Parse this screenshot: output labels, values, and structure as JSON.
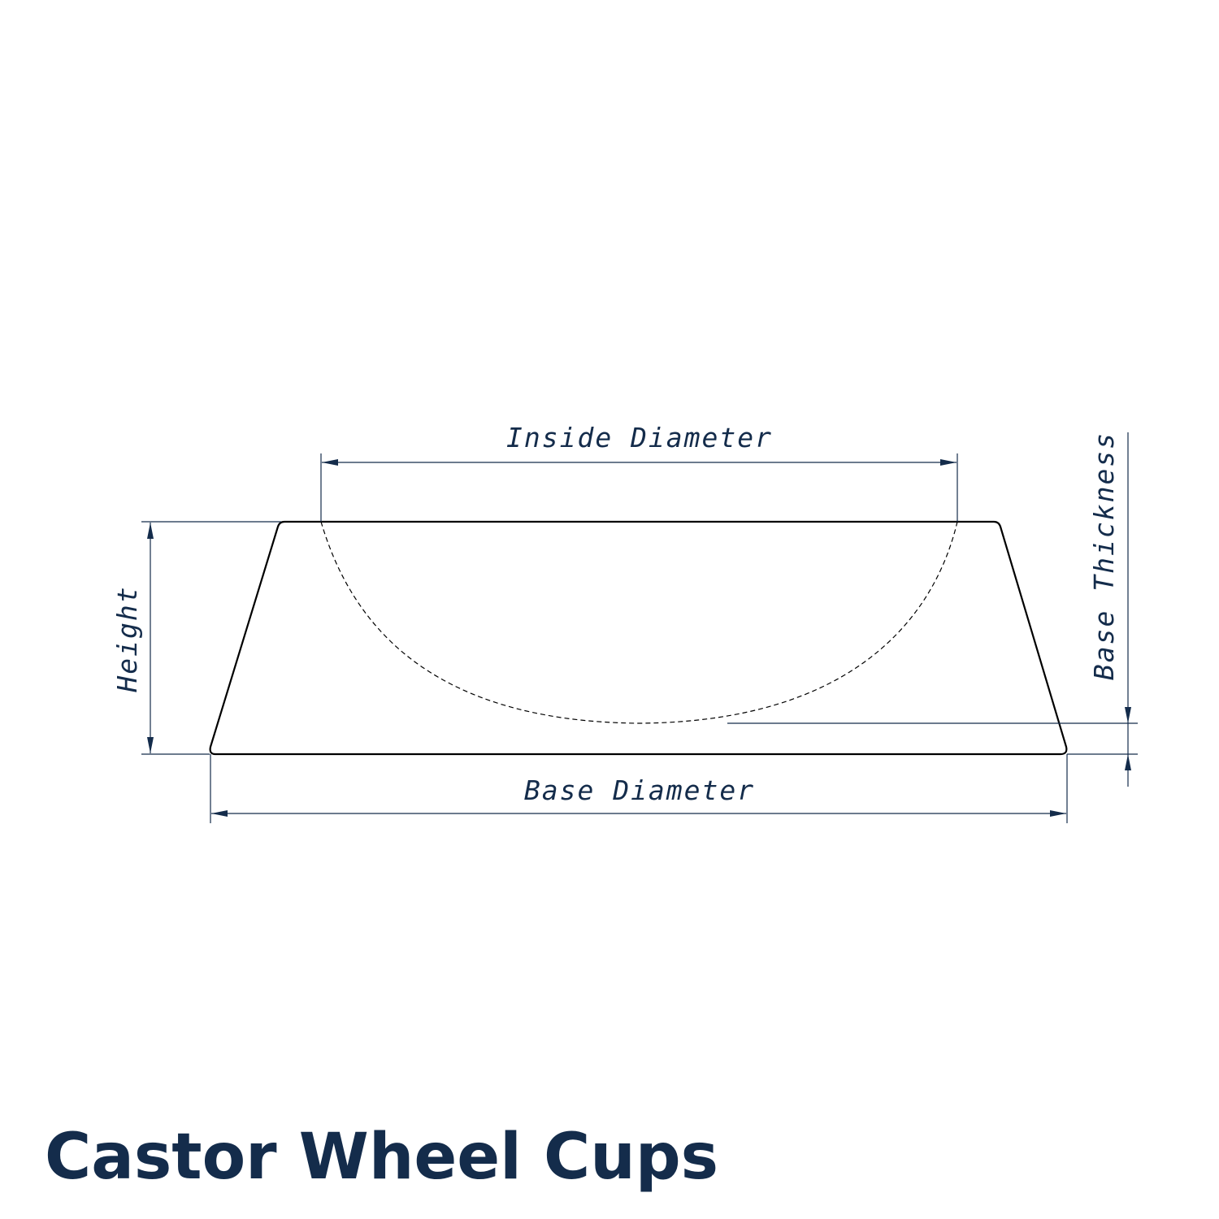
{
  "title": "Castor Wheel Cups",
  "colors": {
    "title": "#142c4b",
    "label": "#142c4b",
    "outline": "#000000",
    "dimension_line": "#142c4b"
  },
  "dimensions": {
    "inside_diameter": "Inside Diameter",
    "base_diameter": "Base Diameter",
    "height": "Height",
    "base_thickness": "Base Thickness"
  }
}
